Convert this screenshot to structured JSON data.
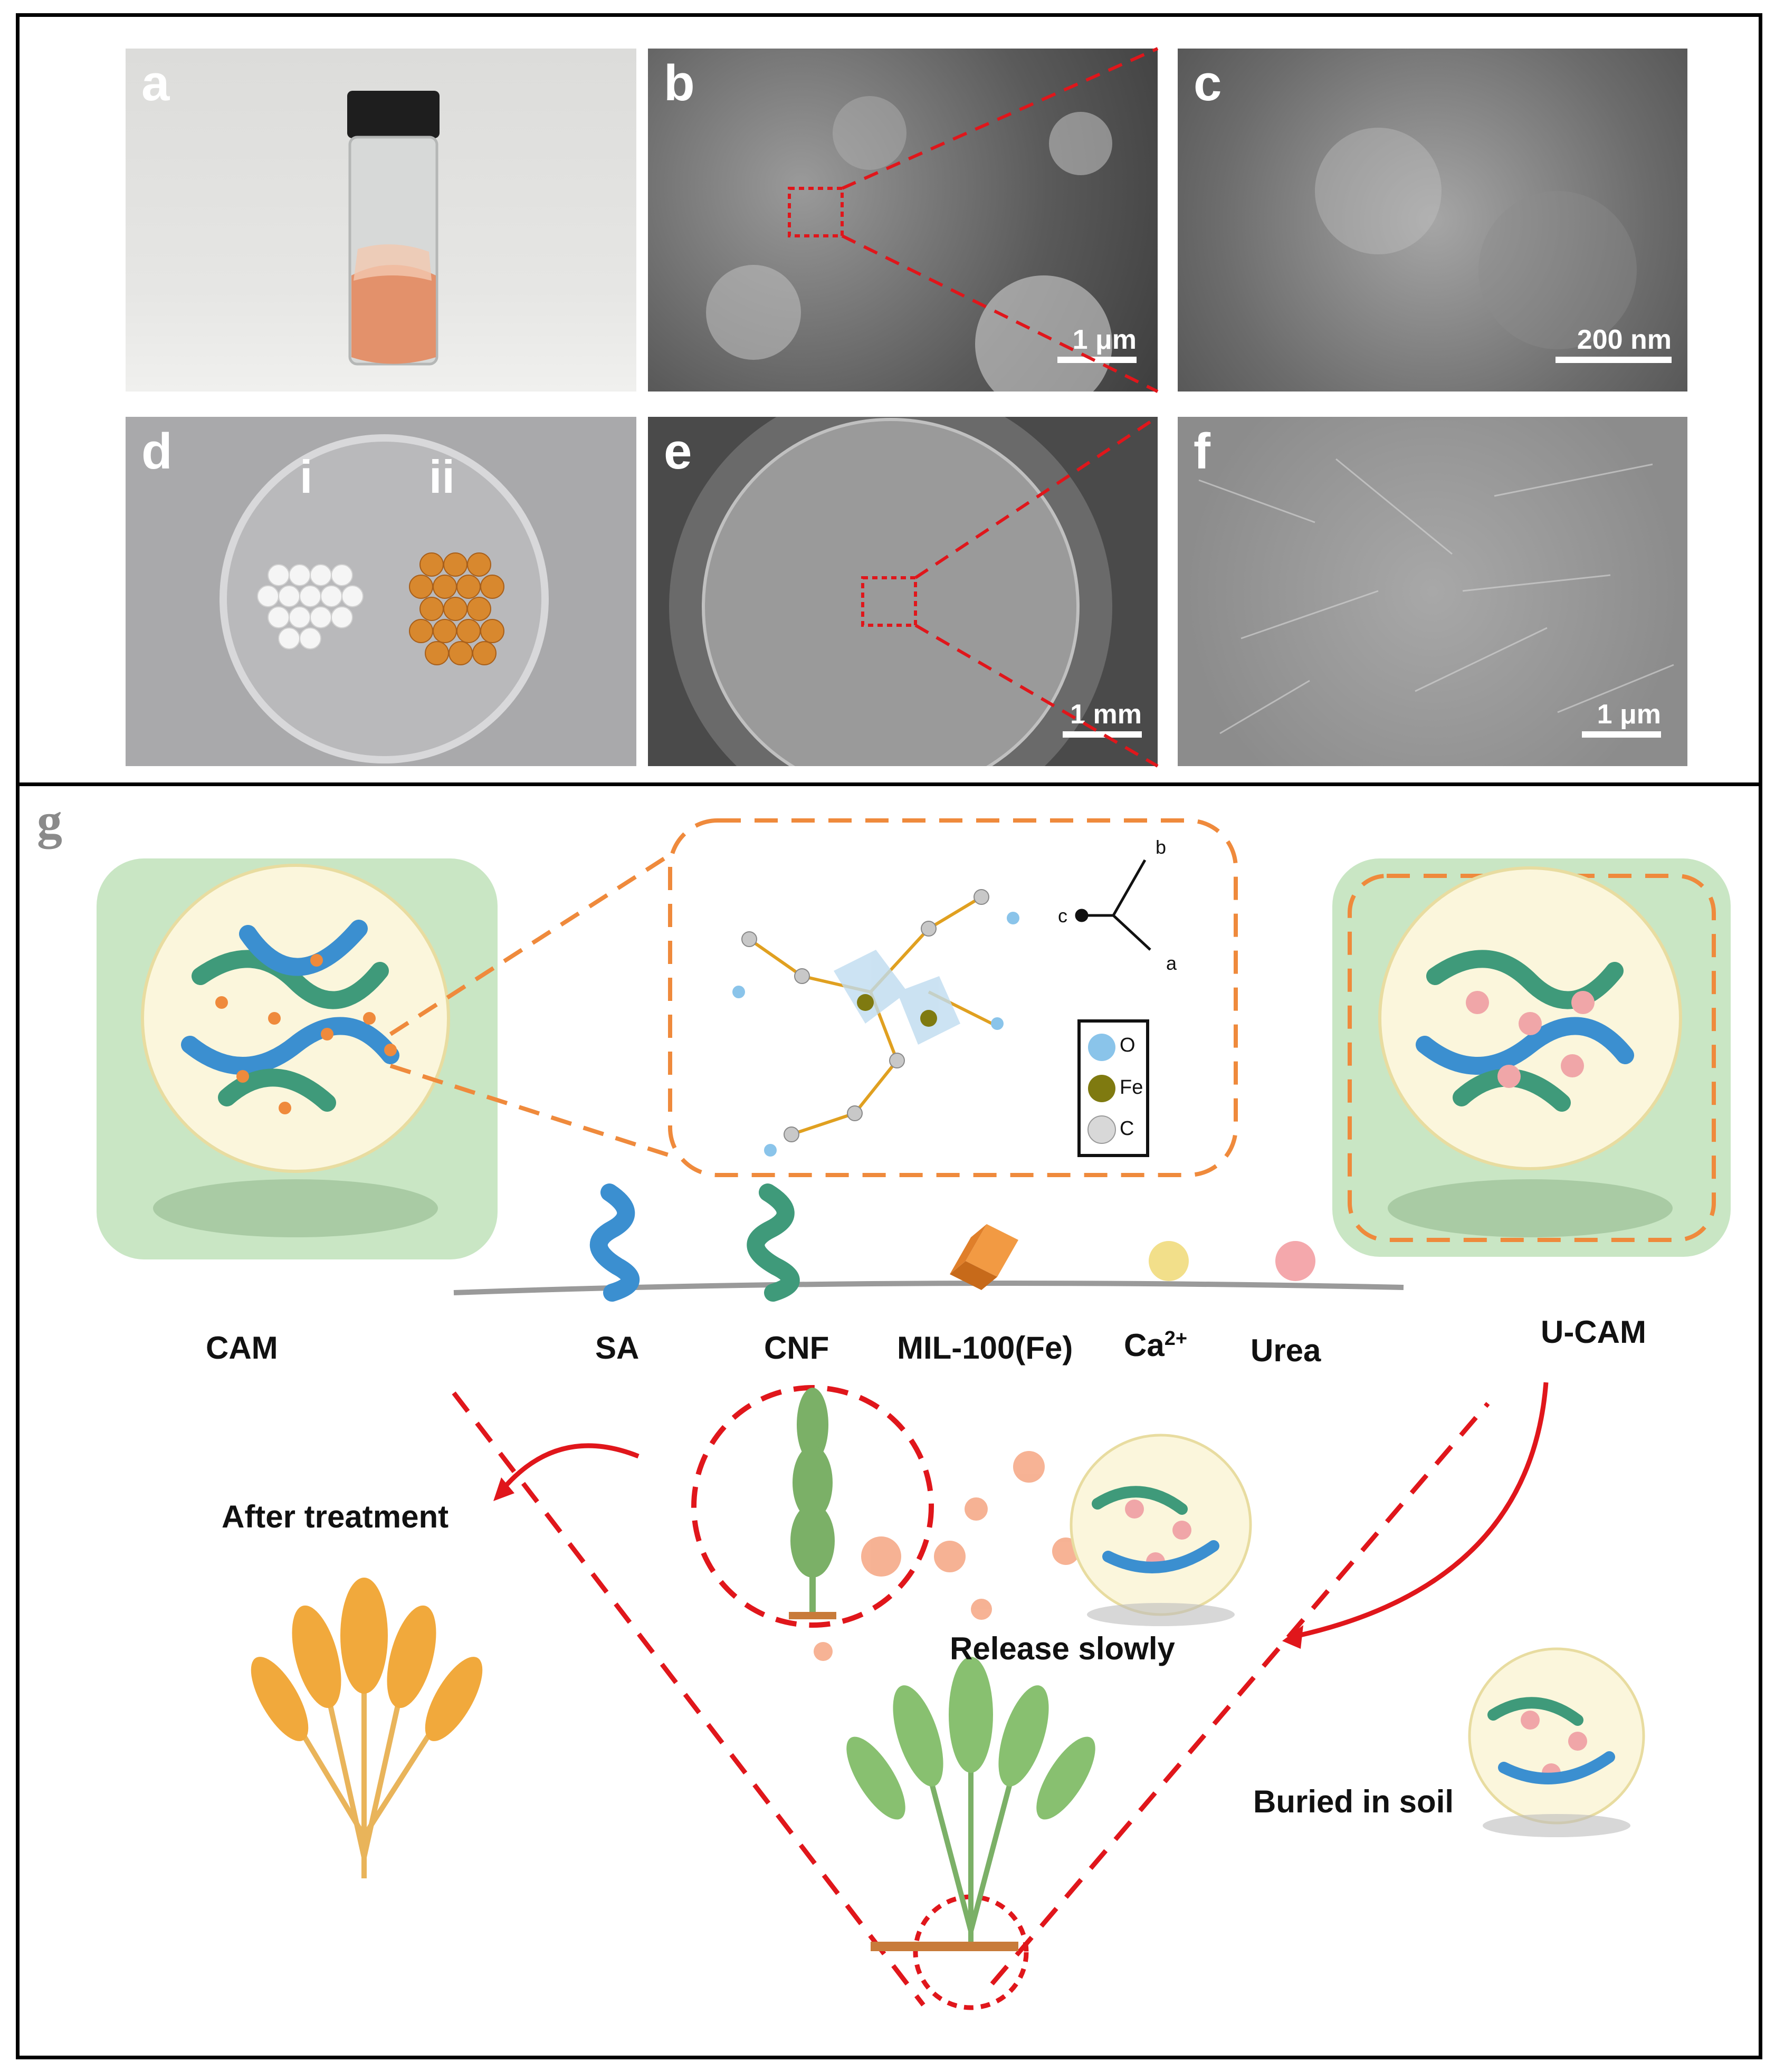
{
  "panels": {
    "a": {
      "label": "a"
    },
    "b": {
      "label": "b",
      "scale": "1 μm"
    },
    "c": {
      "label": "c",
      "scale": "200 nm"
    },
    "d": {
      "label": "d",
      "sample_i": "i",
      "sample_ii": "ii"
    },
    "e": {
      "label": "e",
      "scale": "1 mm"
    },
    "f": {
      "label": "f",
      "scale": "1 μm"
    }
  },
  "scheme": {
    "label": "g",
    "legend": {
      "o": "O",
      "fe": "Fe",
      "c": "C"
    },
    "axes": {
      "a": "a",
      "b": "b",
      "c": "c"
    },
    "components": {
      "cam": "CAM",
      "sa": "SA",
      "cnf": "CNF",
      "mil": "MIL-100(Fe)",
      "ca_base": "Ca",
      "ca_sup": "2+",
      "urea": "Urea",
      "ucam": "U-CAM"
    },
    "steps": {
      "after": "After treatment",
      "release": "Release  slowly",
      "buried": "Buried in soil"
    }
  },
  "colors": {
    "accent_red": "#e0161b",
    "orange": "#ef8a3c",
    "sa_blue": "#3b8fd0",
    "cnf_green": "#3f9a7a",
    "green_bg": "#c9e6c4"
  }
}
